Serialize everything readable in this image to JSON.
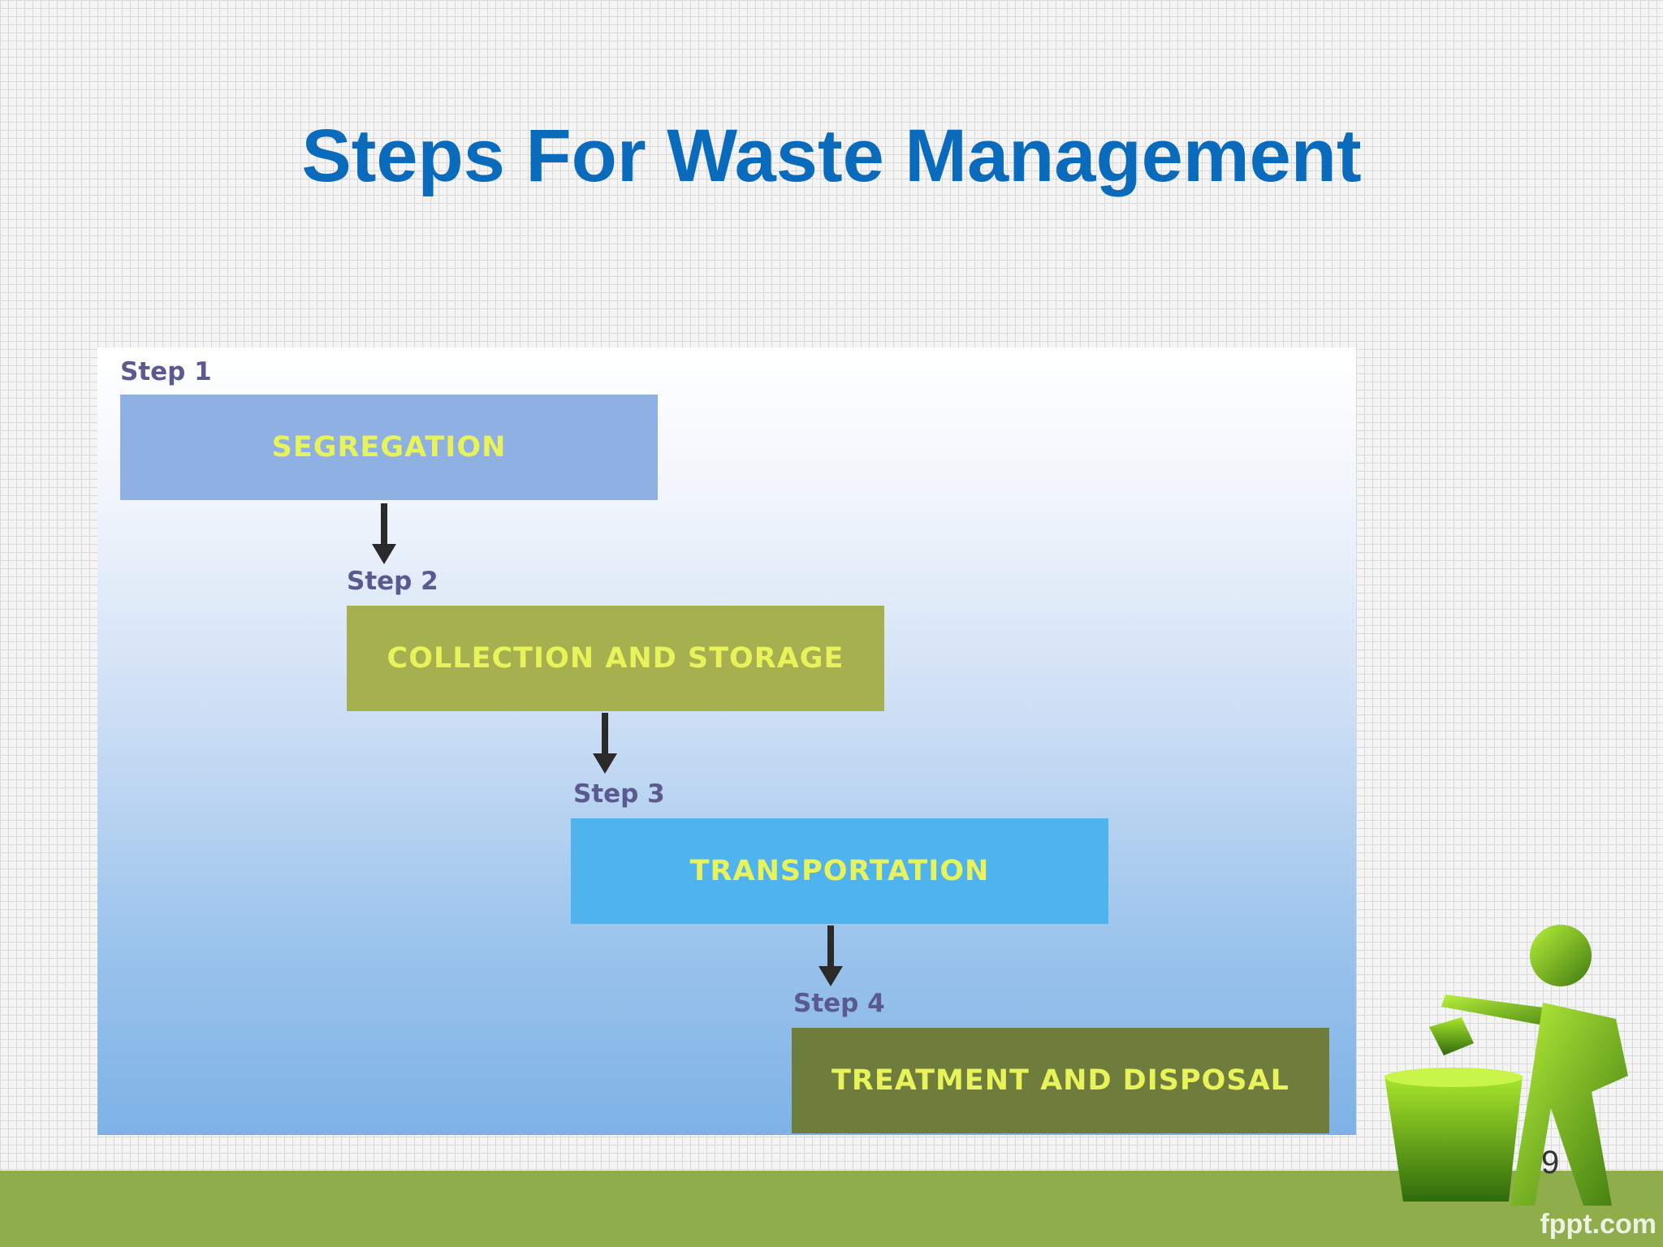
{
  "slide": {
    "title": "Steps For Waste Management",
    "page_number": "9",
    "footer_brand": "fppt.com"
  },
  "flow": {
    "steps": [
      {
        "label": "Step 1",
        "text": "SEGREGATION",
        "color": "#8fb0e2"
      },
      {
        "label": "Step 2",
        "text": "COLLECTION AND STORAGE",
        "color": "#a6b04e"
      },
      {
        "label": "Step 3",
        "text": "TRANSPORTATION",
        "color": "#4fb4ee"
      },
      {
        "label": "Step 4",
        "text": "TREATMENT AND DISPOSAL",
        "color": "#6f7d3c"
      }
    ],
    "text_color": "#e8f25a",
    "label_color": "#5a5a8f"
  },
  "colors": {
    "title": "#0a6bbd",
    "footer_bar": "#8fad4a",
    "logo_green": "#7cc520"
  }
}
